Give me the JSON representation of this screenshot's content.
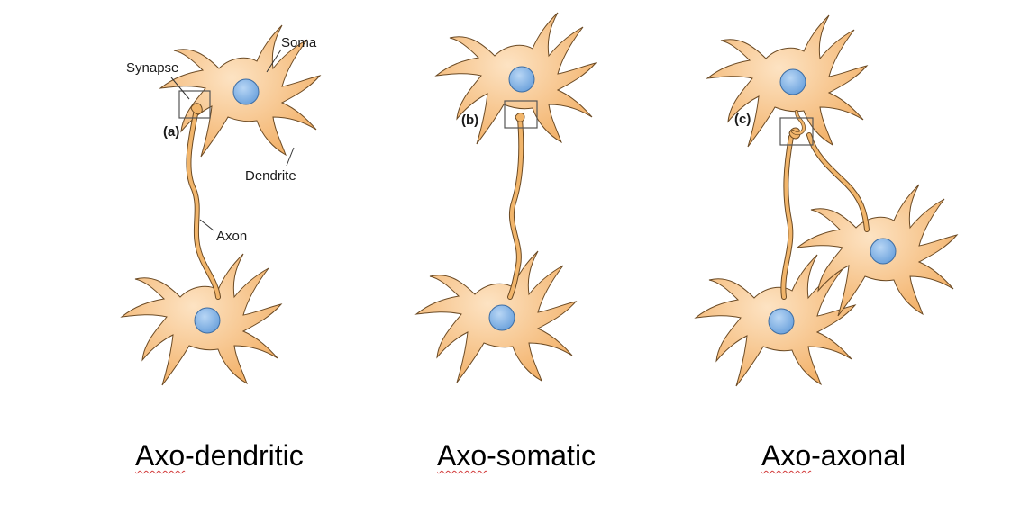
{
  "labels": {
    "soma": "Soma",
    "synapse": "Synapse",
    "dendrite": "Dendrite",
    "axon": "Axon"
  },
  "panels": [
    {
      "tag": "(a)",
      "caption_underlined": "Axo",
      "caption_rest": "-dendritic"
    },
    {
      "tag": "(b)",
      "caption_underlined": "Axo",
      "caption_rest": "-somatic"
    },
    {
      "tag": "(c)",
      "caption_underlined": "Axo",
      "caption_rest": "-axonal"
    }
  ],
  "colors": {
    "cell_fill": "#f7c48a",
    "cell_light": "#fde3c3",
    "cell_stroke": "#6b4a24",
    "nucleus": "#7fb2e8",
    "nucleus_stroke": "#3d6da3",
    "axon": "#f1b56b",
    "spellcheck_underline": "#d23b3b"
  }
}
